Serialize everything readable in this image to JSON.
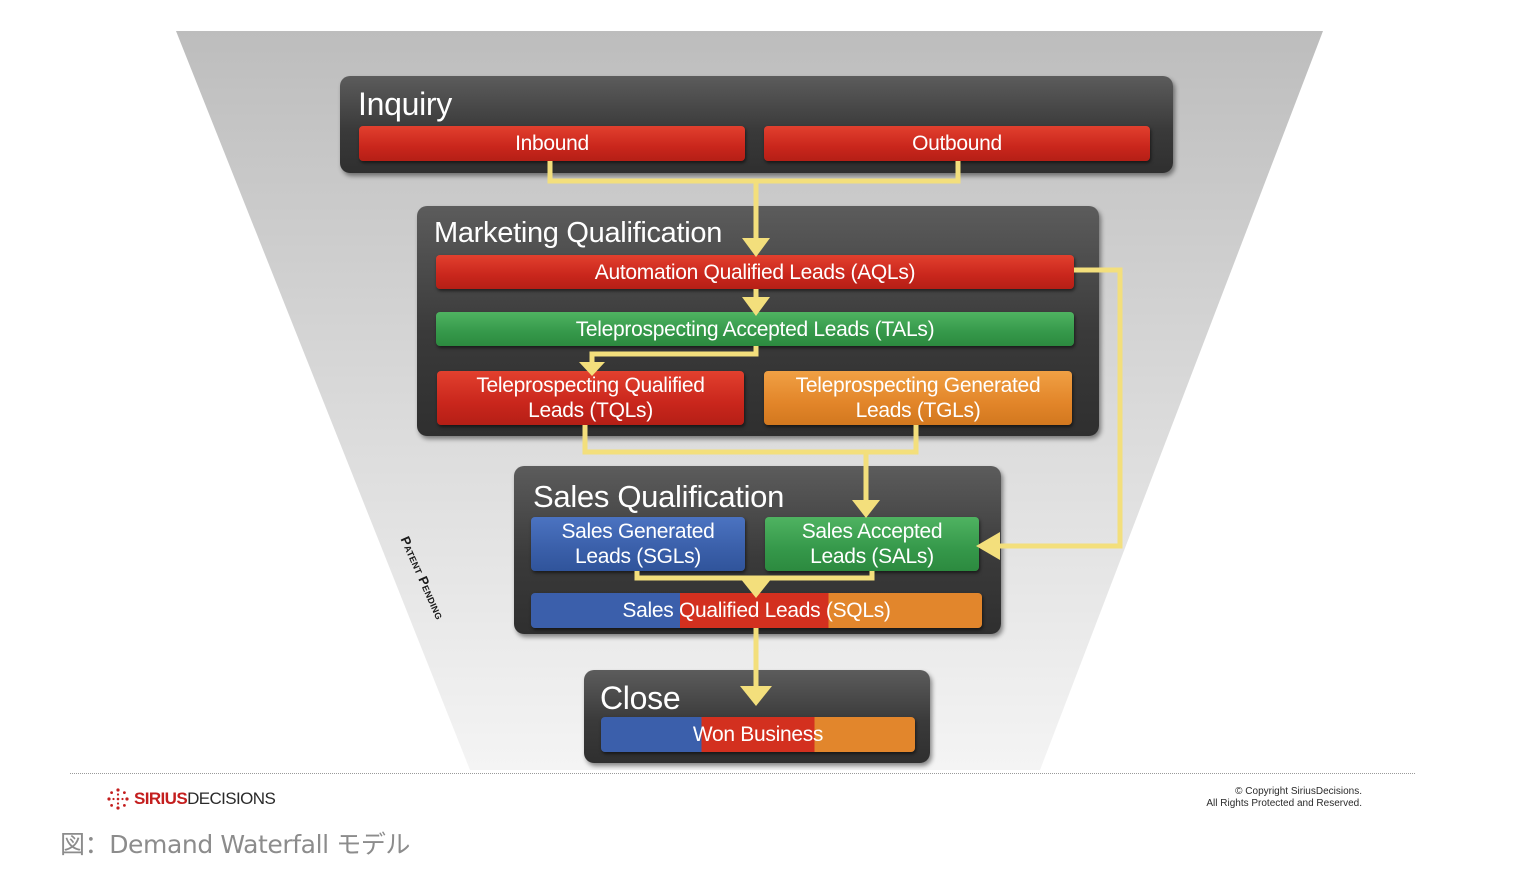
{
  "stages": {
    "inquiry": {
      "title": "Inquiry",
      "inbound": "Inbound",
      "outbound": "Outbound"
    },
    "marketing": {
      "title": "Marketing Qualification",
      "aql": "Automation Qualified Leads (AQLs)",
      "tal": "Teleprospecting Accepted Leads (TALs)",
      "tql_line1": "Teleprospecting Qualified",
      "tql_line2": "Leads (TQLs)",
      "tgl_line1": "Teleprospecting Generated",
      "tgl_line2": "Leads (TGLs)"
    },
    "sales": {
      "title": "Sales Qualification",
      "sgl_line1": "Sales Generated",
      "sgl_line2": "Leads (SGLs)",
      "sal_line1": "Sales Accepted",
      "sal_line2": "Leads (SALs)",
      "sql": "Sales Qualified Leads (SQLs)"
    },
    "close": {
      "title": "Close",
      "won": "Won Business"
    }
  },
  "patent_text": "Patent Pending",
  "logo": {
    "brand_bold": "SIRIUS",
    "brand_rest": "DECISIONS"
  },
  "copyright": {
    "line1": "© Copyright SiriusDecisions.",
    "line2": "All Rights Protected and Reserved."
  },
  "caption": "図：Demand Waterfall モデル",
  "colors": {
    "funnel": "#d9d9d9",
    "box": "#3d3d3d",
    "red": "#d3301f",
    "green": "#35984a",
    "orange": "#e2862c",
    "blue": "#3b5fab",
    "connector": "#f3df7c",
    "caption": "#8c8c8c"
  }
}
